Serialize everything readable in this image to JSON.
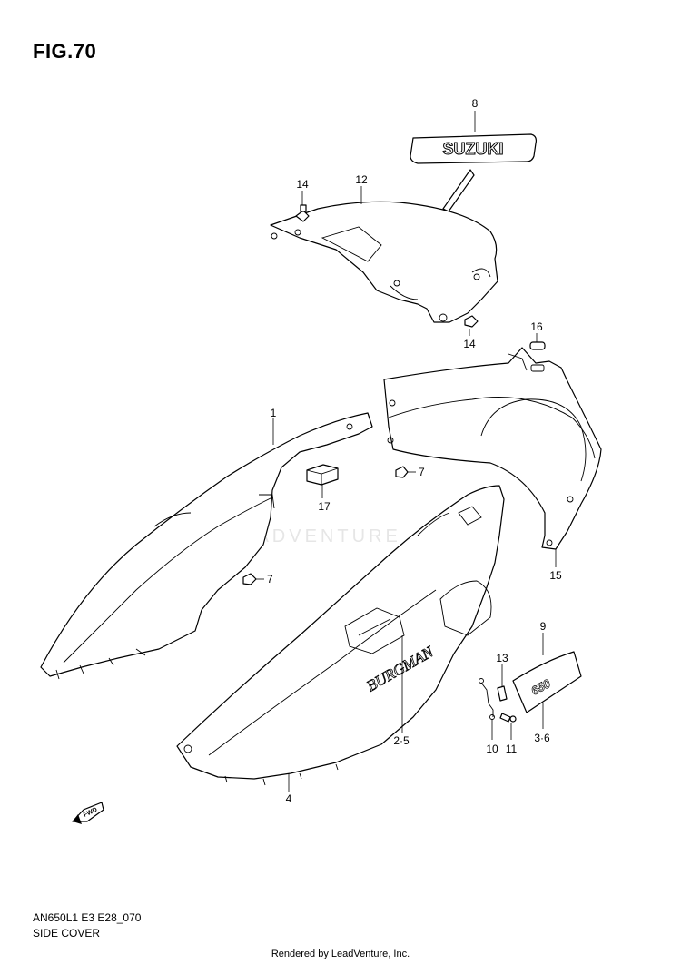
{
  "figure": {
    "title": "FIG.70",
    "code": "AN650L1 E3 E28_070",
    "name": "SIDE COVER"
  },
  "footer": {
    "rendered_by": "Rendered by LeadVenture, Inc."
  },
  "watermark": "LEADVENTURE",
  "parts": [
    {
      "id": "p1",
      "label": "1"
    },
    {
      "id": "p4",
      "label": "4"
    },
    {
      "id": "p7a",
      "label": "7"
    },
    {
      "id": "p7b",
      "label": "7"
    },
    {
      "id": "p8",
      "label": "8"
    },
    {
      "id": "p9",
      "label": "9"
    },
    {
      "id": "p10",
      "label": "10"
    },
    {
      "id": "p11",
      "label": "11"
    },
    {
      "id": "p12",
      "label": "12"
    },
    {
      "id": "p13",
      "label": "13"
    },
    {
      "id": "p14a",
      "label": "14"
    },
    {
      "id": "p14b",
      "label": "14"
    },
    {
      "id": "p15",
      "label": "15"
    },
    {
      "id": "p16",
      "label": "16"
    },
    {
      "id": "p17",
      "label": "17"
    },
    {
      "id": "p25",
      "label": "2·5"
    },
    {
      "id": "p36",
      "label": "3·6"
    }
  ],
  "emblems": {
    "brand": "SUZUKI",
    "model": "BURGMAN",
    "badge": "650",
    "fwd": "FWD"
  }
}
